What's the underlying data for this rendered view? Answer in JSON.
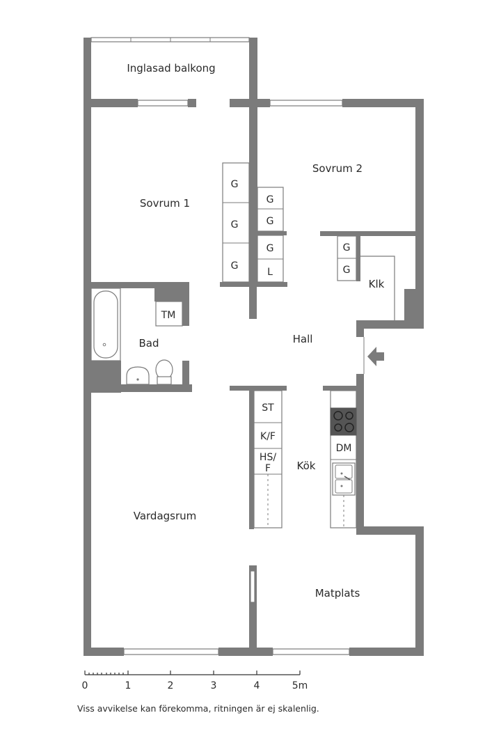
{
  "rooms": {
    "balcony": "Inglasad balkong",
    "bedroom1": "Sovrum 1",
    "bedroom2": "Sovrum 2",
    "bath": "Bad",
    "hall": "Hall",
    "closet": "Klk",
    "kitchen": "Kök",
    "living": "Vardagsrum",
    "dining": "Matplats"
  },
  "fixtures": {
    "wardrobe": "G",
    "linen": "L",
    "washer": "TM",
    "stove": "ST",
    "fridge_freezer": "K/F",
    "tall_freezer_line1": "HS/",
    "tall_freezer_line2": "F",
    "dishwasher": "DM"
  },
  "scale": {
    "labels": [
      "0",
      "1",
      "2",
      "3",
      "4",
      "5m"
    ]
  },
  "disclaimer": "Viss avvikelse kan förekomma, ritningen är ej skalenlig."
}
